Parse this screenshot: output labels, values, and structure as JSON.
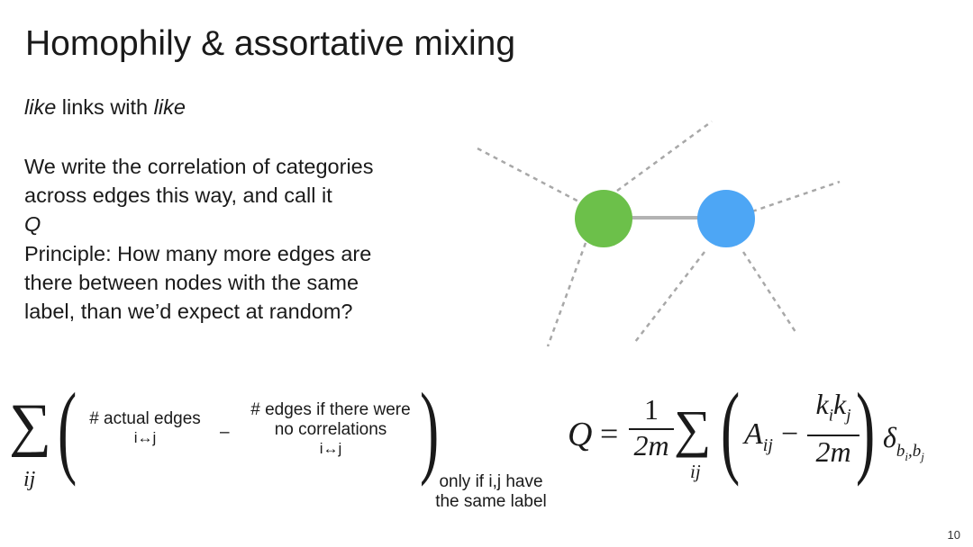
{
  "slide": {
    "title": "Homophily & assortative mixing",
    "tagline": {
      "word1": "like",
      "middle": " links with ",
      "word2": "like"
    },
    "para1": {
      "line1": "We write the correlation of categories",
      "line2_prefix": "across edges this way, and call it ",
      "line2_var": "Q",
      "line2_suffix": "."
    },
    "para2": {
      "line1": "Principle: How many more edges are",
      "line2": "there between nodes with the same",
      "line3": "label, than we’d expect at random?"
    },
    "page_number": "10"
  },
  "network": {
    "node_left_color": "#6cc04a",
    "node_right_color": "#4da6f5",
    "solid_edge_color": "#b3b3b3",
    "dashed_edge_color": "#a8a8a8"
  },
  "word_formula": {
    "sum_symbol": "∑",
    "sum_index": "ij",
    "left_paren": "(",
    "right_paren": ")",
    "term1_line1": "# actual edges",
    "term1_line2": "i↔j",
    "minus": "–",
    "term2_line1": "# edges if there were",
    "term2_line2": "no correlations",
    "term2_line3": "i↔j",
    "condition_line1": "only if i,j have",
    "condition_line2": "the same label"
  },
  "q_formula": {
    "lhs": "Q",
    "equals": "=",
    "frac1_num": "1",
    "frac1_den": "2m",
    "sum_symbol": "∑",
    "sum_index": "ij",
    "left_paren": "(",
    "A": "A",
    "A_sub": "ij",
    "minus": "−",
    "frac2_num_k1": "k",
    "frac2_num_i": "i",
    "frac2_num_k2": "k",
    "frac2_num_j": "j",
    "frac2_den": "2m",
    "right_paren": ")",
    "delta": "δ",
    "delta_sub_b1": "b",
    "delta_sub_i": "i",
    "delta_sub_comma": ",",
    "delta_sub_b2": "b",
    "delta_sub_j": "j"
  }
}
